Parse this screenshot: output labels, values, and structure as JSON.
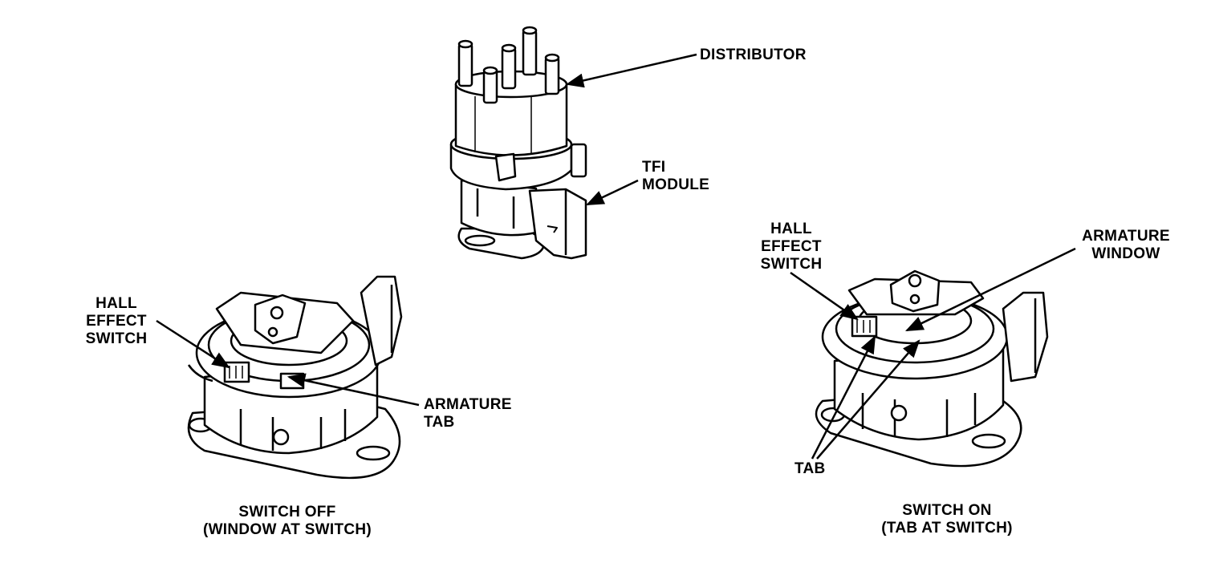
{
  "labels": {
    "distributor": "DISTRIBUTOR",
    "tfi_module": [
      "TFI",
      "MODULE"
    ],
    "left_hall": [
      "HALL",
      "EFFECT",
      "SWITCH"
    ],
    "left_armature_tab": [
      "ARMATURE",
      "TAB"
    ],
    "left_caption": [
      "SWITCH OFF",
      "(WINDOW AT SWITCH)"
    ],
    "right_hall": [
      "HALL",
      "EFFECT",
      "SWITCH"
    ],
    "right_armature_window": [
      "ARMATURE",
      "WINDOW"
    ],
    "right_tab": "TAB",
    "right_caption": [
      "SWITCH ON",
      "(TAB AT SWITCH)"
    ]
  },
  "colors": {
    "ink": "#000000",
    "paper": "#ffffff"
  }
}
